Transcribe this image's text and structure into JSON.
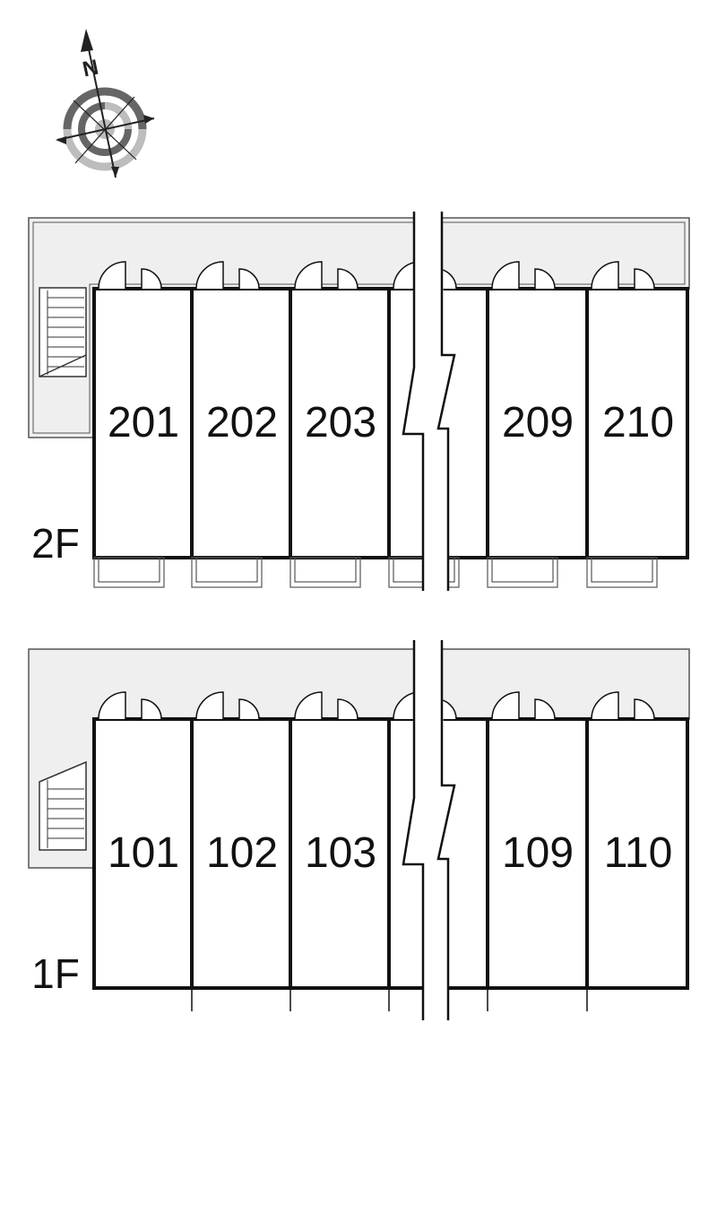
{
  "compass": {
    "north_label": "N",
    "icon": "compass-rose-icon"
  },
  "floors": [
    {
      "floor_label": "2F",
      "units": [
        {
          "number": "201"
        },
        {
          "number": "202"
        },
        {
          "number": "203"
        },
        {
          "number": ""
        },
        {
          "number": "209"
        },
        {
          "number": "210"
        }
      ]
    },
    {
      "floor_label": "1F",
      "units": [
        {
          "number": "101"
        },
        {
          "number": "102"
        },
        {
          "number": "103"
        },
        {
          "number": ""
        },
        {
          "number": "109"
        },
        {
          "number": "110"
        }
      ]
    }
  ],
  "colors": {
    "corridor": "#efefef",
    "outline": "#555555",
    "wall": "#111111",
    "compass_dark": "#666666",
    "compass_light": "#bdbdbd"
  }
}
